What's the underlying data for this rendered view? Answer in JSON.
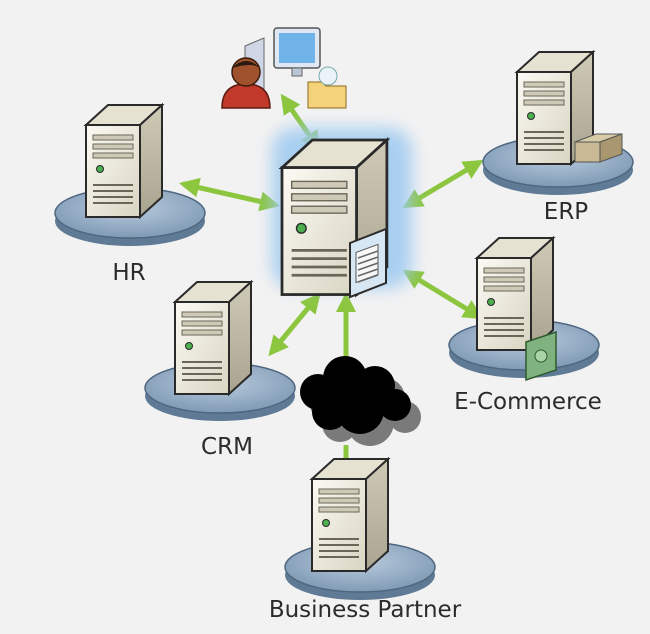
{
  "nodes": {
    "hr": {
      "label": "HR"
    },
    "erp": {
      "label": "ERP"
    },
    "crm": {
      "label": "CRM"
    },
    "ecommerce": {
      "label": "E-Commerce"
    },
    "partner": {
      "label": "Business Partner"
    }
  },
  "colors": {
    "background": "#f2f2f2",
    "arrow": "#8cc63f",
    "hub_glow": "#9cc9f0",
    "server_body": "#efece0",
    "platform": "#7f9ab5",
    "cloud": "#000000"
  },
  "icons": {
    "user_workstation": "user-workstation-icon",
    "cloud": "cloud-icon",
    "hub_server": "hub-server-icon"
  }
}
